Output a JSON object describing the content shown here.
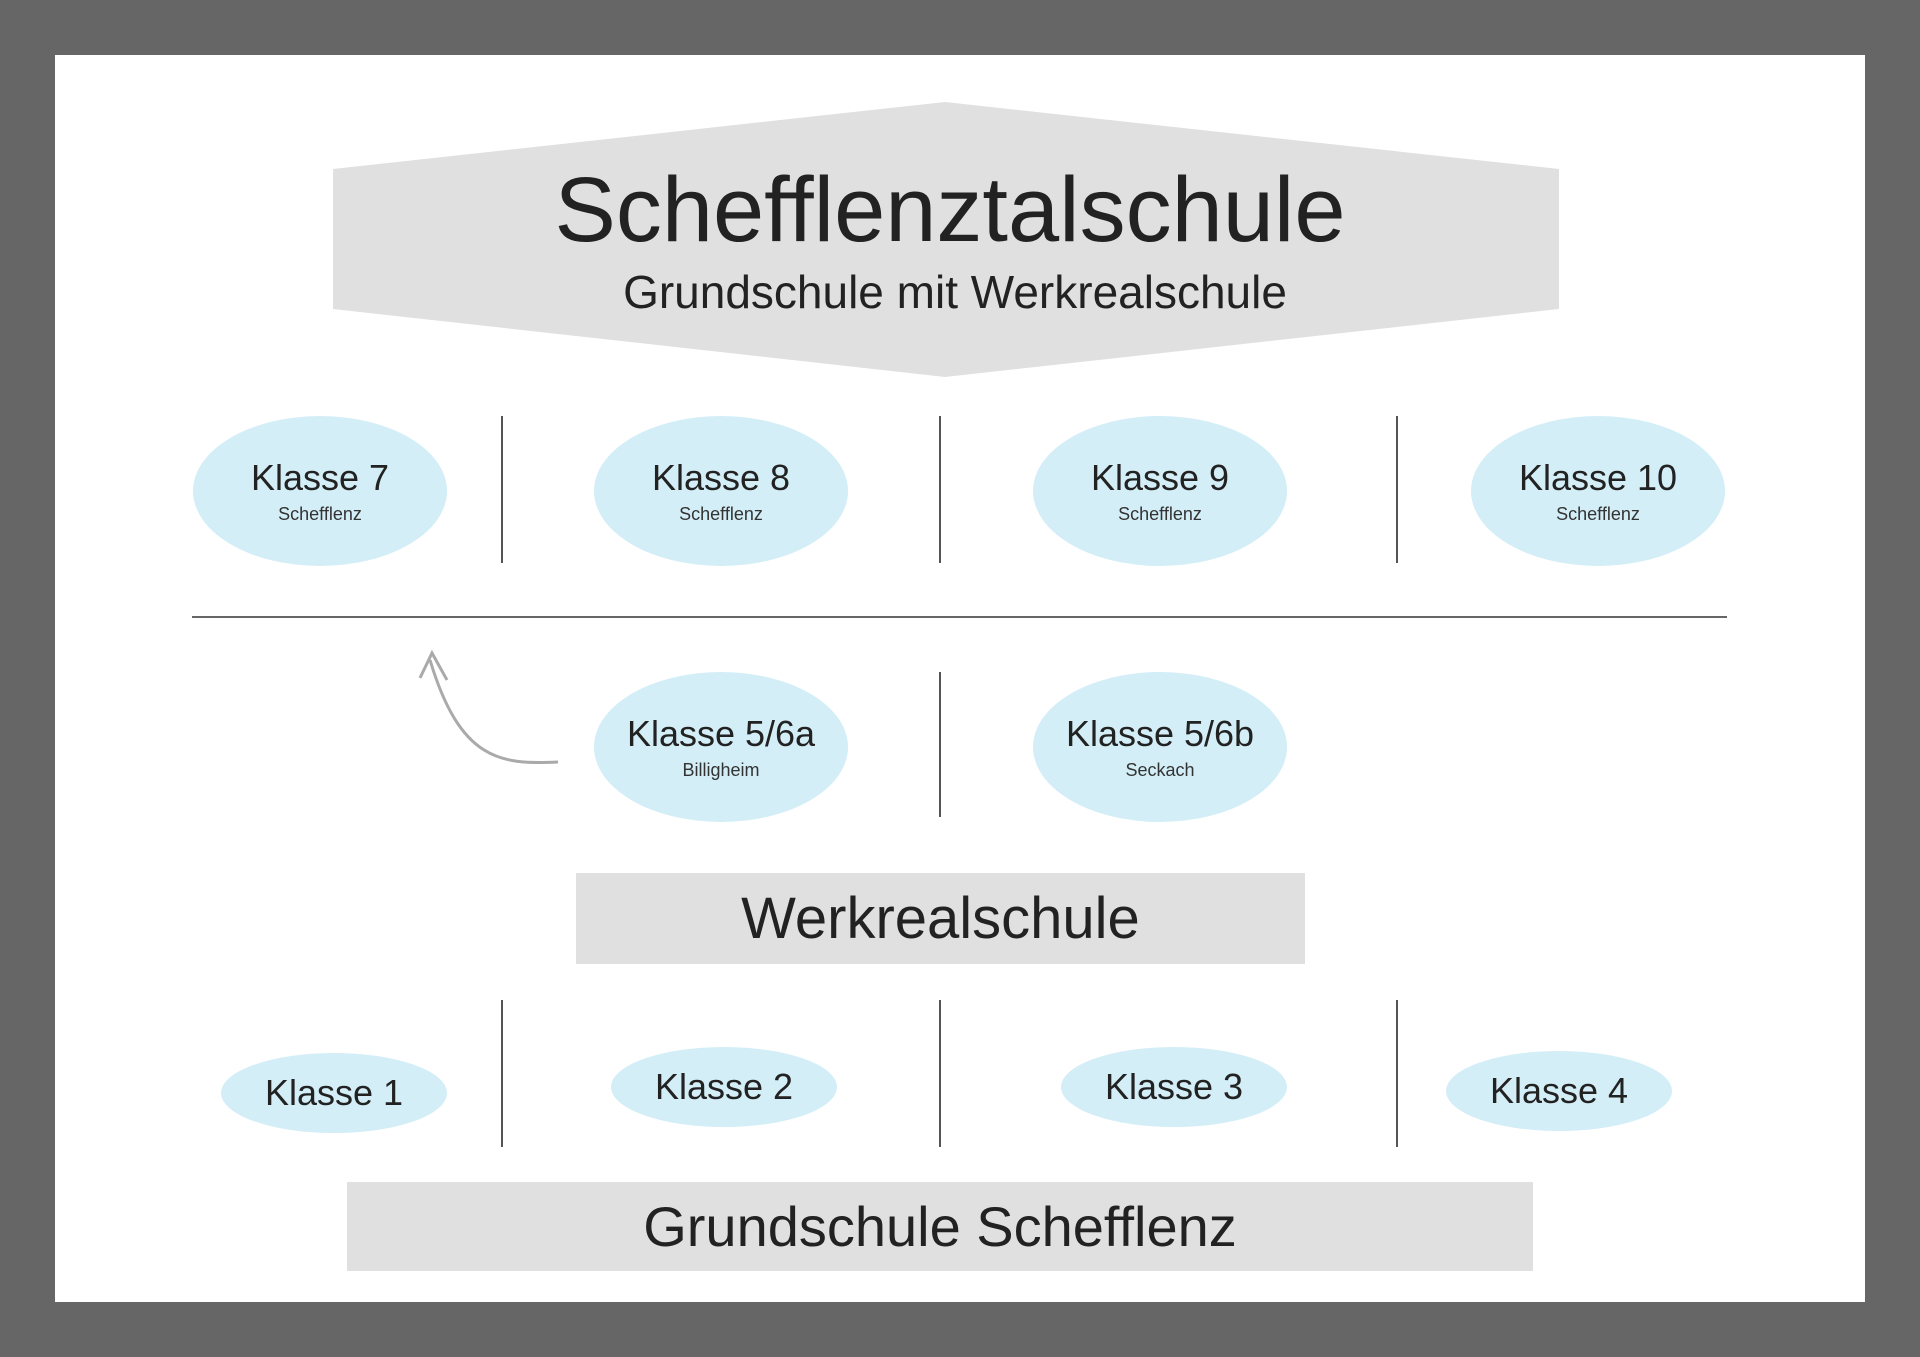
{
  "header": {
    "title": "Schefflenztalschule",
    "subtitle": "Grundschule mit Werkrealschule"
  },
  "upper_classes": [
    {
      "label": "Klasse 7",
      "location": "Schefflenz"
    },
    {
      "label": "Klasse 8",
      "location": "Schefflenz"
    },
    {
      "label": "Klasse 9",
      "location": "Schefflenz"
    },
    {
      "label": "Klasse 10",
      "location": "Schefflenz"
    }
  ],
  "middle_classes": [
    {
      "label": "Klasse 5/6a",
      "location": "Billigheim"
    },
    {
      "label": "Klasse 5/6b",
      "location": "Seckach"
    }
  ],
  "werkrealschule_label": "Werkrealschule",
  "primary_classes": [
    {
      "label": "Klasse 1"
    },
    {
      "label": "Klasse 2"
    },
    {
      "label": "Klasse 3"
    },
    {
      "label": "Klasse 4"
    }
  ],
  "grundschule_label": "Grundschule Schefflenz",
  "colors": {
    "frame": "#666666",
    "ellipse": "#d3eef7",
    "box": "#e0e0e0"
  }
}
